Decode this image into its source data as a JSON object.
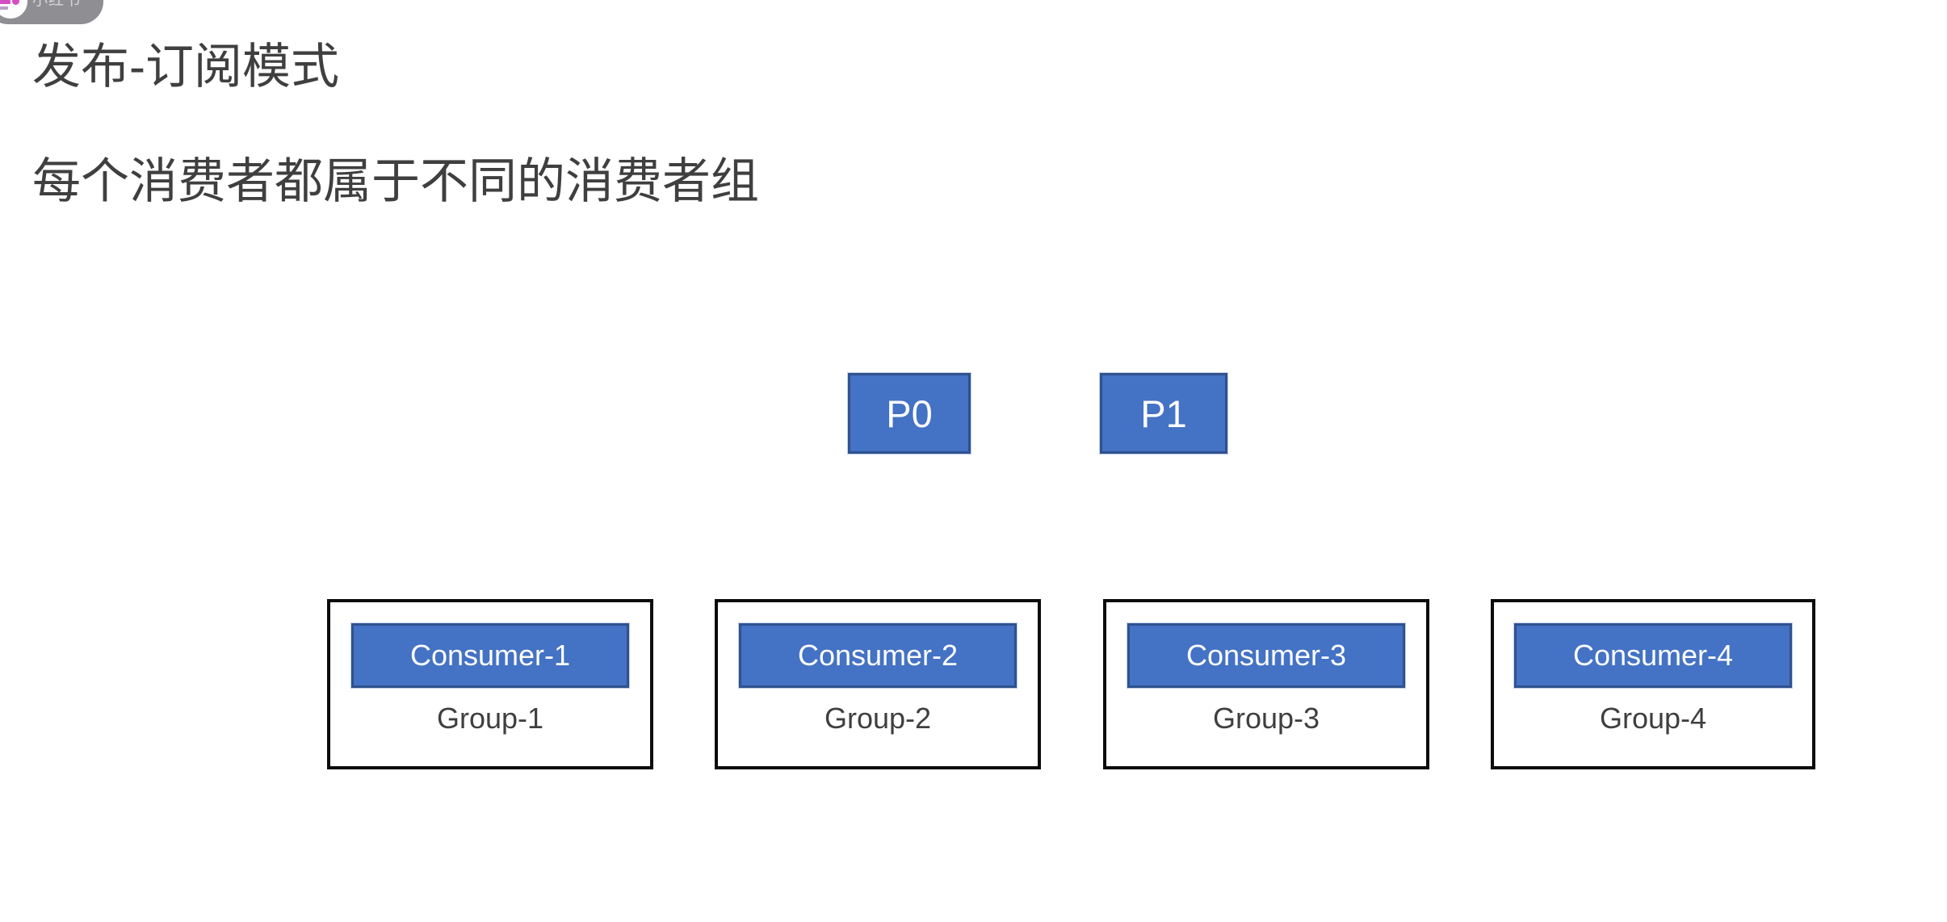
{
  "slide": {
    "background_color": "#ffffff",
    "title": "发布-订阅模式",
    "subtitle": "每个消费者都属于不同的消费者组",
    "title_color": "#3f3f3f"
  },
  "badge": {
    "label": "小红书",
    "background_color": "#8e8e93",
    "avatar_name": "user-avatar"
  },
  "diagram": {
    "accent_color": "#4472c4",
    "accent_border_color": "#2f528f",
    "outline_color": "#0c0c0c",
    "partitions": [
      {
        "label": "P0"
      },
      {
        "label": "P1"
      }
    ],
    "groups": [
      {
        "consumer": "Consumer-1",
        "group": "Group-1"
      },
      {
        "consumer": "Consumer-2",
        "group": "Group-2"
      },
      {
        "consumer": "Consumer-3",
        "group": "Group-3"
      },
      {
        "consumer": "Consumer-4",
        "group": "Group-4"
      }
    ]
  }
}
